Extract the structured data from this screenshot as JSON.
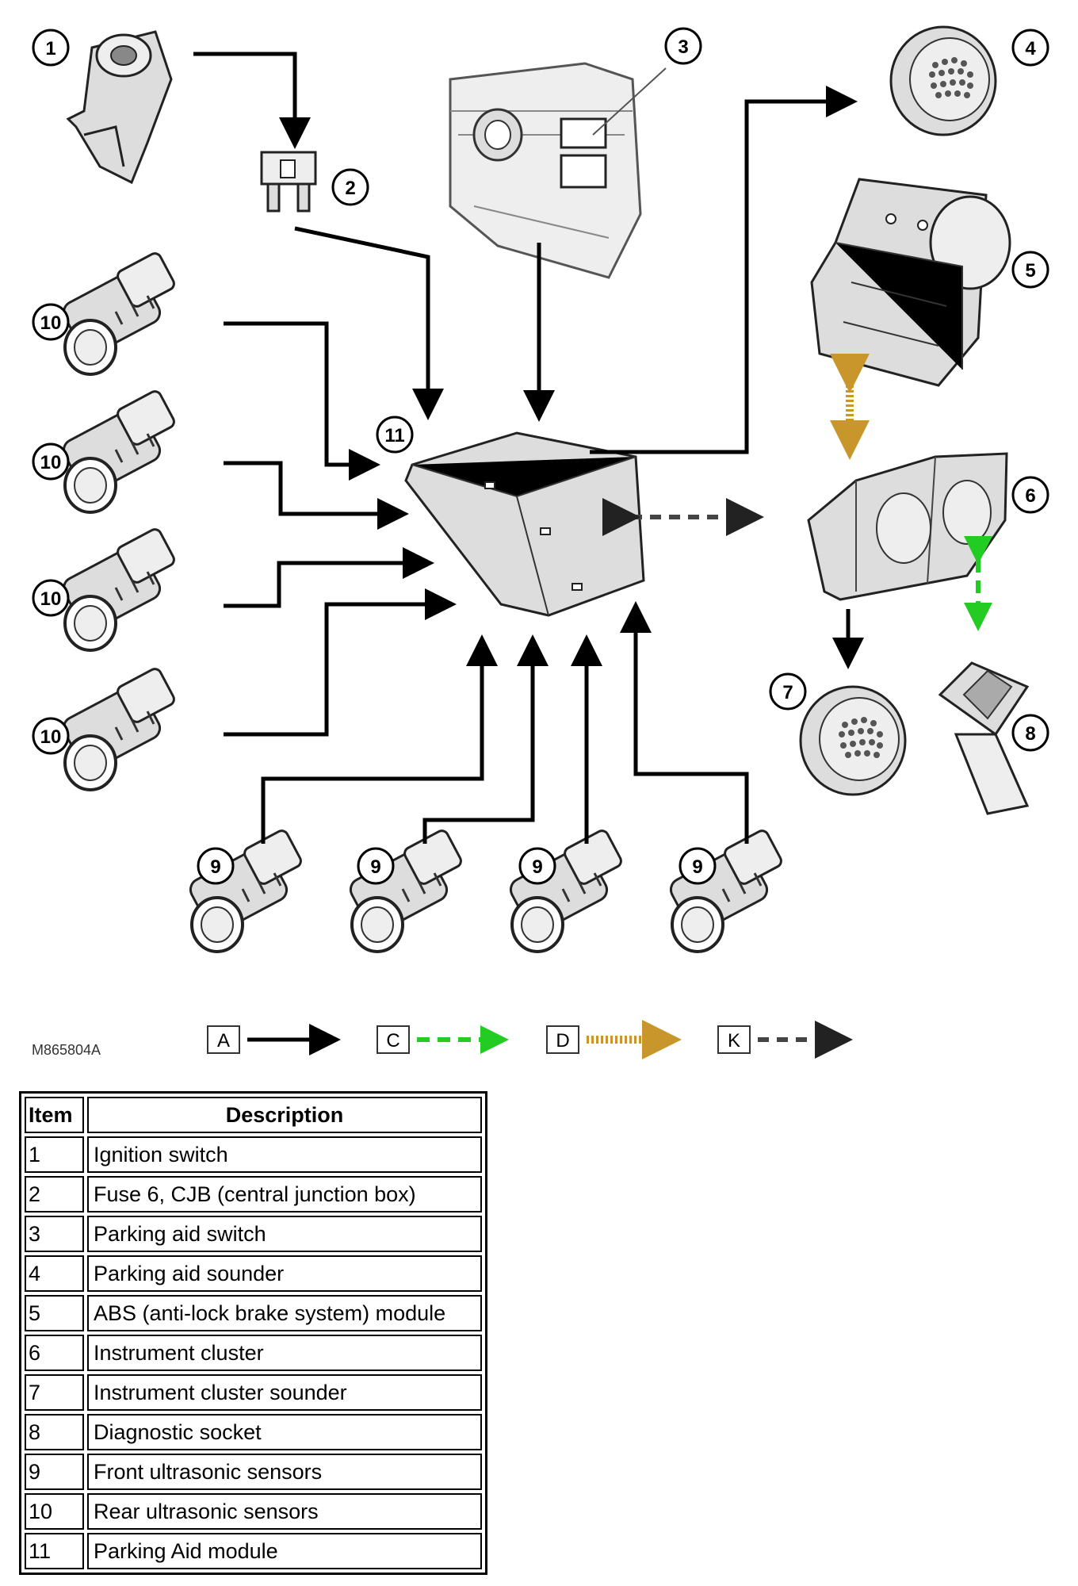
{
  "figure_code": "M865804A",
  "callouts": [
    "1",
    "2",
    "3",
    "4",
    "5",
    "6",
    "7",
    "8",
    "9",
    "9",
    "9",
    "9",
    "10",
    "10",
    "10",
    "10",
    "11"
  ],
  "legend_keys": {
    "A": "A",
    "C": "C",
    "D": "D",
    "K": "K"
  },
  "colors": {
    "line_A": "#000000",
    "line_C": "#22cc22",
    "line_D": "#c8962a",
    "line_K": "#444444"
  },
  "table": {
    "headers": [
      "Item",
      "Description"
    ],
    "rows": [
      {
        "item": "1",
        "description": "Ignition switch"
      },
      {
        "item": "2",
        "description": "Fuse 6, CJB (central junction box)"
      },
      {
        "item": "3",
        "description": "Parking aid switch"
      },
      {
        "item": "4",
        "description": "Parking aid sounder"
      },
      {
        "item": "5",
        "description": "ABS (anti-lock brake system) module"
      },
      {
        "item": "6",
        "description": "Instrument cluster"
      },
      {
        "item": "7",
        "description": "Instrument cluster sounder"
      },
      {
        "item": "8",
        "description": "Diagnostic socket"
      },
      {
        "item": "9",
        "description": "Front ultrasonic sensors"
      },
      {
        "item": "10",
        "description": "Rear ultrasonic sensors"
      },
      {
        "item": "11",
        "description": "Parking Aid module"
      }
    ]
  }
}
